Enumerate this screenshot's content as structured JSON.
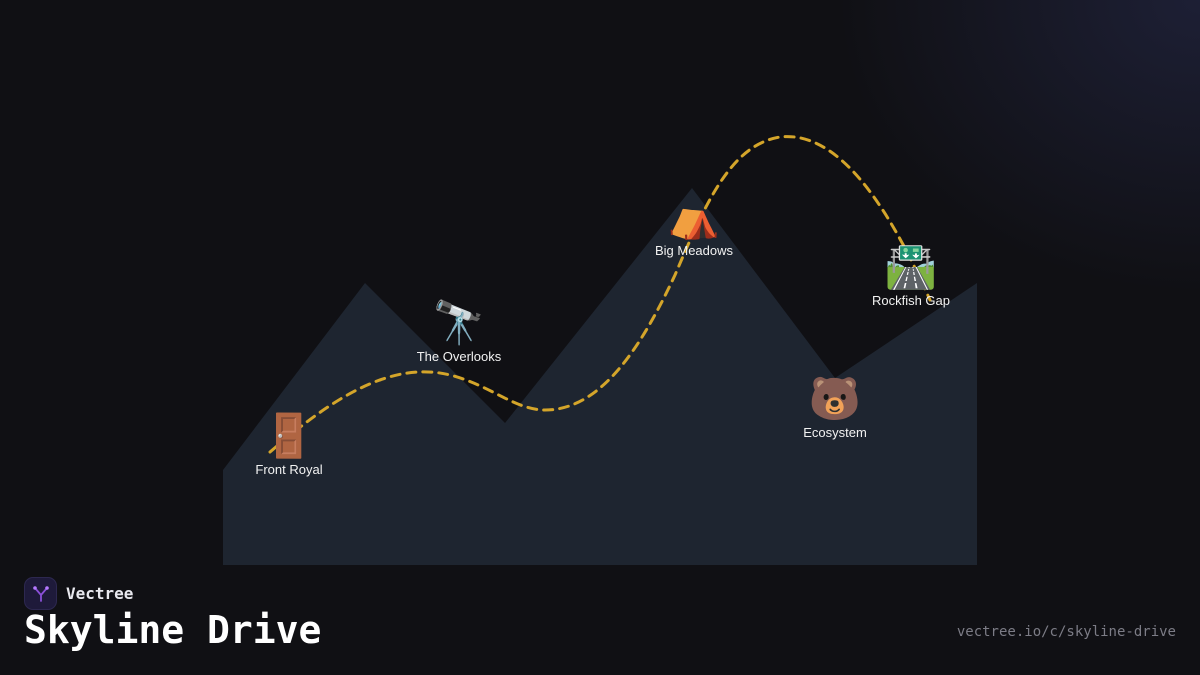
{
  "brand": {
    "name": "Vectree",
    "logo_icon": "vectree-branch-icon"
  },
  "title": "Skyline Drive",
  "url": "vectree.io/c/skyline-drive",
  "colors": {
    "background": "#101014",
    "mountain": "#1e2530",
    "trail": "#d4a52a",
    "label": "#f2f2f2",
    "url": "#7c7c86"
  },
  "landmarks": [
    {
      "id": "front-royal",
      "label": "Front Royal",
      "emoji": "🚪",
      "icon": "door-icon"
    },
    {
      "id": "the-overlooks",
      "label": "The Overlooks",
      "emoji": "🔭",
      "icon": "telescope-icon"
    },
    {
      "id": "big-meadows",
      "label": "Big Meadows",
      "emoji": "⛺",
      "icon": "tent-icon"
    },
    {
      "id": "ecosystem",
      "label": "Ecosystem",
      "emoji": "🐻",
      "icon": "bear-icon"
    },
    {
      "id": "rockfish-gap",
      "label": "Rockfish Gap",
      "emoji": "🛣️",
      "icon": "highway-icon"
    }
  ]
}
